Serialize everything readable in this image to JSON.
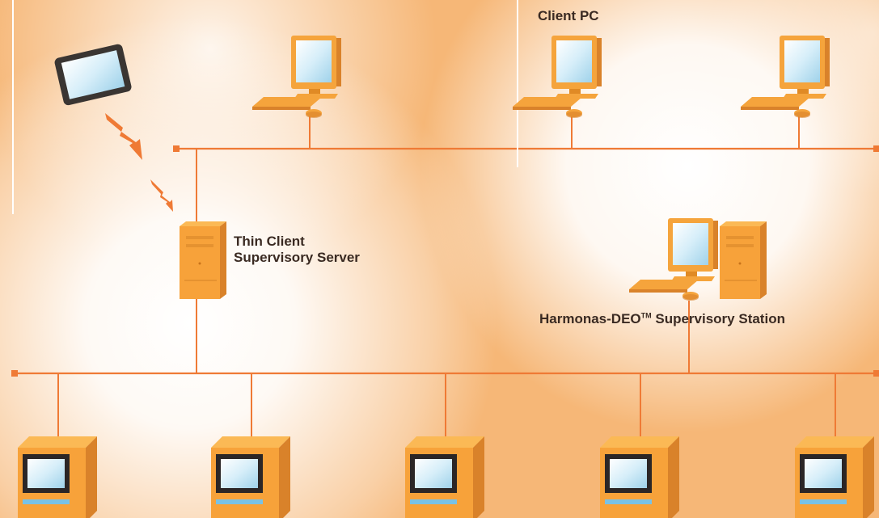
{
  "labels": {
    "client_pc": "Client PC",
    "thin_client_line1": "Thin Client",
    "thin_client_line2": "Supervisory Server",
    "station_name": "Harmonas-DEO",
    "station_tm": "TM",
    "station_rest": " Supervisory Station"
  },
  "colors": {
    "network_line": "#ef7a35",
    "device_orange": "#f7a23a",
    "screen": "#bfe3f4"
  },
  "icons": [
    "tablet-icon",
    "wireless-signal-icon",
    "desktop-pc-icon",
    "server-tower-icon",
    "controller-unit-icon"
  ]
}
